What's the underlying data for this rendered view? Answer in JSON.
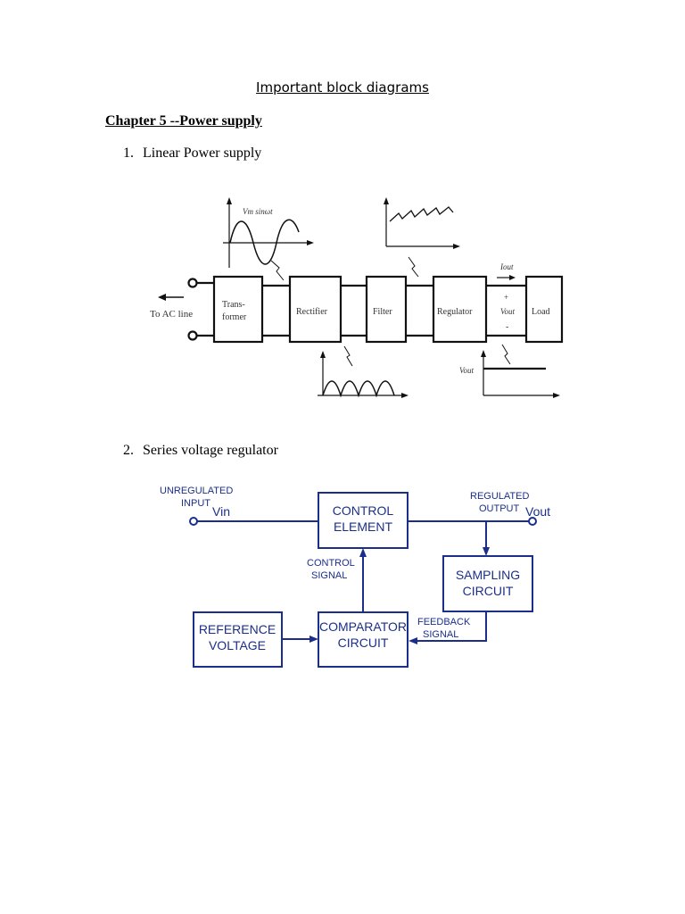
{
  "document": {
    "title": "Important block diagrams",
    "chapter": "Chapter 5 --Power supply",
    "items": [
      {
        "number": "1.",
        "text": "Linear Power supply"
      },
      {
        "number": "2.",
        "text": "Series voltage regulator"
      }
    ]
  },
  "linear_power_supply": {
    "ac_line_label": "To AC line",
    "blocks": [
      "Trans-",
      "former",
      "Rectifier",
      "Filter",
      "Regulator",
      "Load"
    ],
    "waveform_label": "Vm sinωt",
    "iout_label": "Iout",
    "vout_label": "Vout",
    "vout_graph_label": "Vout",
    "plus": "+",
    "minus": "-"
  },
  "series_regulator": {
    "unregulated_line1": "UNREGULATED",
    "unregulated_line2": "INPUT",
    "vin": "Vin",
    "regulated_line1": "REGULATED",
    "regulated_line2": "OUTPUT",
    "vout": "Vout",
    "control_element_line1": "CONTROL",
    "control_element_line2": "ELEMENT",
    "control_signal_line1": "CONTROL",
    "control_signal_line2": "SIGNAL",
    "sampling_line1": "SAMPLING",
    "sampling_line2": "CIRCUIT",
    "reference_line1": "REFERENCE",
    "reference_line2": "VOLTAGE",
    "comparator_line1": "COMPARATOR",
    "comparator_line2": "CIRCUIT",
    "feedback_line1": "FEEDBACK",
    "feedback_line2": "SIGNAL",
    "colors": {
      "diagram_blue": "#1b2f8a"
    }
  }
}
